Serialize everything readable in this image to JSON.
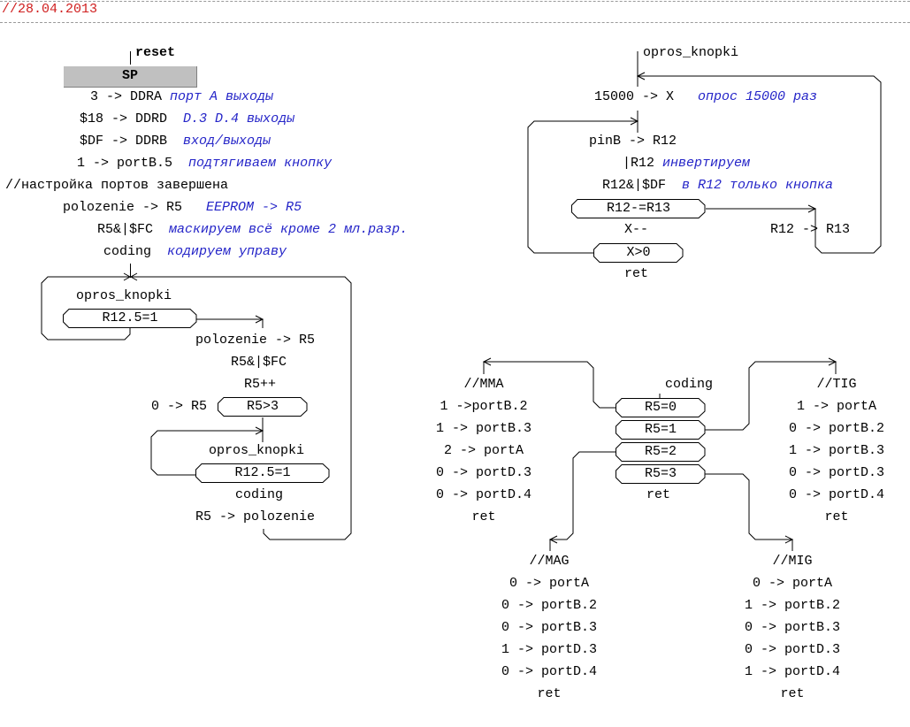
{
  "header": {
    "date_comment": "//28.04.2013"
  },
  "main_program": {
    "entry_label": "reset",
    "block_label": "SP",
    "init_steps": [
      {
        "op": "3 -> DDRA",
        "comment": "порт А выходы"
      },
      {
        "op": "$18 -> DDRD",
        "comment": "D.3 D.4 выходы"
      },
      {
        "op": "$DF -> DDRB",
        "comment": "вход/выходы"
      },
      {
        "op": "1 -> portB.5",
        "comment": "подтягиваем кнопку"
      }
    ],
    "section_comment": "//настройка портов завершена",
    "load_steps": [
      {
        "op": "polozenie -> R5",
        "comment": "EEPROM -> R5"
      },
      {
        "op": "R5&|$FC",
        "comment": "маскируем всё кроме 2 мл.разр."
      },
      {
        "op": "coding",
        "comment": "кодируем управу"
      }
    ],
    "loop": {
      "call1": "opros_knopki",
      "cond1": "R12.5=1",
      "step1": "polozenie -> R5",
      "step2": "R5&|$FC",
      "step3": "R5++",
      "reset_branch": "0 -> R5",
      "cond2": "R5>3",
      "call2": "opros_knopki",
      "cond3": "R12.5=1",
      "step4": "coding",
      "step5": "R5 -> polozenie"
    }
  },
  "opros_knopki": {
    "label": "opros_knopki",
    "init": {
      "op": "15000 -> X",
      "comment": "опрос 15000 раз"
    },
    "read": "pinB -> R12",
    "invert": {
      "op": "|R12",
      "comment": "инвертируем"
    },
    "mask": {
      "op": "R12&|$DF",
      "comment": "в R12 только кнопка"
    },
    "cond_compare": "R12-=R13",
    "store": "R12 -> R13",
    "decrement": "X--",
    "cond_loop": "X>0",
    "ret": "ret"
  },
  "coding": {
    "label": "coding",
    "conditions": [
      "R5=0",
      "R5=1",
      "R5=2",
      "R5=3"
    ],
    "ret": "ret",
    "branches": {
      "mma": {
        "title": "//MMA",
        "steps": [
          "1 ->portB.2",
          "1 -> portB.3",
          "2 -> portA",
          "0 -> portD.3",
          "0 -> portD.4"
        ],
        "ret": "ret"
      },
      "tig": {
        "title": "//TIG",
        "steps": [
          "1 -> portA",
          "0 -> portB.2",
          "1 -> portB.3",
          "0 -> portD.3",
          "0 -> portD.4"
        ],
        "ret": "ret"
      },
      "mag": {
        "title": "//MAG",
        "steps": [
          "0 -> portA",
          "0 -> portB.2",
          "0 -> portB.3",
          "1 -> portD.3",
          "0 -> portD.4"
        ],
        "ret": "ret"
      },
      "mig": {
        "title": "//MIG",
        "steps": [
          "0 -> portA",
          "1 -> portB.2",
          "0 -> portB.3",
          "0 -> portD.3",
          "1 -> portD.4"
        ],
        "ret": "ret"
      }
    }
  },
  "colors": {
    "comment": "#2525c8",
    "date": "#d02020",
    "block_fill": "#c0c0c0"
  }
}
